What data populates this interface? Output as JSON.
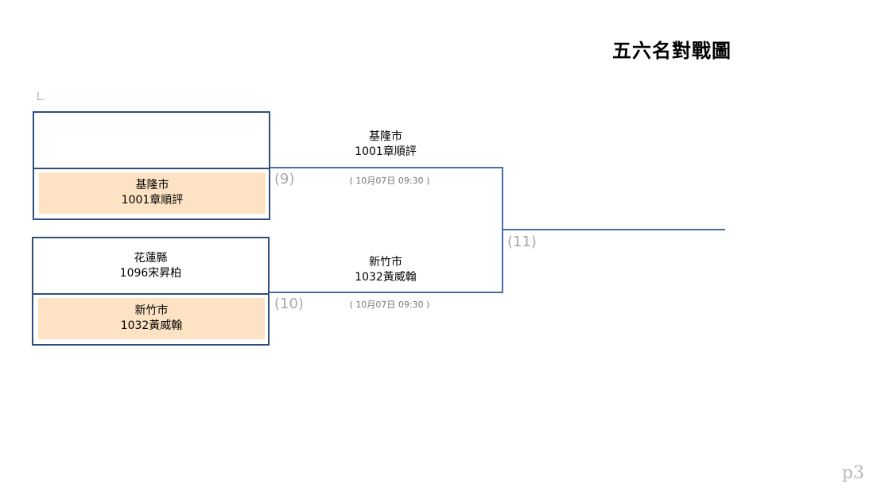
{
  "title": "五六名對戰圖",
  "bracket_label": "L.",
  "matches": [
    {
      "number": "(9)",
      "top_slot": {
        "team": "",
        "player": ""
      },
      "bottom_slot": {
        "team": "基隆市",
        "player": "1001章順評"
      },
      "winner": {
        "team": "基隆市",
        "player": "1001章順評"
      },
      "time": "( 10月07日 09:30 )"
    },
    {
      "number": "(10)",
      "top_slot": {
        "team": "花蓮縣",
        "player": "1096宋昇柏"
      },
      "bottom_slot": {
        "team": "新竹市",
        "player": "1032黃威翰"
      },
      "winner": {
        "team": "新竹市",
        "player": "1032黃威翰"
      },
      "time": "( 10月07日 09:30 )"
    }
  ],
  "final_match": {
    "number": "(11)"
  },
  "page_number": "p3",
  "colors": {
    "line": "#4a6fa5",
    "box_border": "#2f4f7f",
    "winner_fill": "#fde3c4",
    "muted": "#a8a8a8"
  }
}
